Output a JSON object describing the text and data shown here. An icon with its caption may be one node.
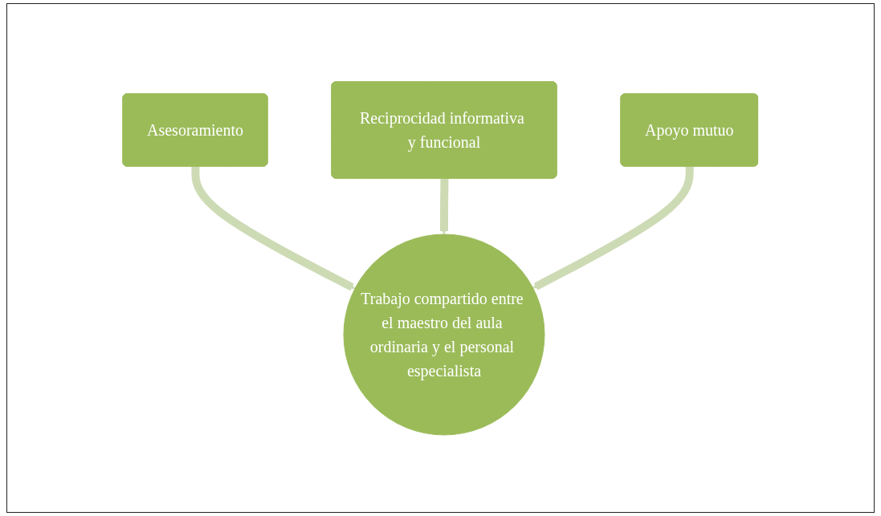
{
  "diagram": {
    "nodes": [
      {
        "text": [
          "Asesoramiento"
        ]
      },
      {
        "text": [
          "Reciprocidad informativa y funcional"
        ]
      },
      {
        "text": [
          "Apoyo mutuo"
        ]
      },
      {
        "text": [
          "Trabajo compartido entre el maestro del aula ordinaria y el personal especialista"
        ]
      }
    ],
    "edges": [
      {
        "from": 0,
        "to": 3,
        "arrow": "to"
      },
      {
        "from": 1,
        "to": 3,
        "arrow": "to"
      },
      {
        "from": 2,
        "to": 3,
        "arrow": "to"
      }
    ]
  }
}
